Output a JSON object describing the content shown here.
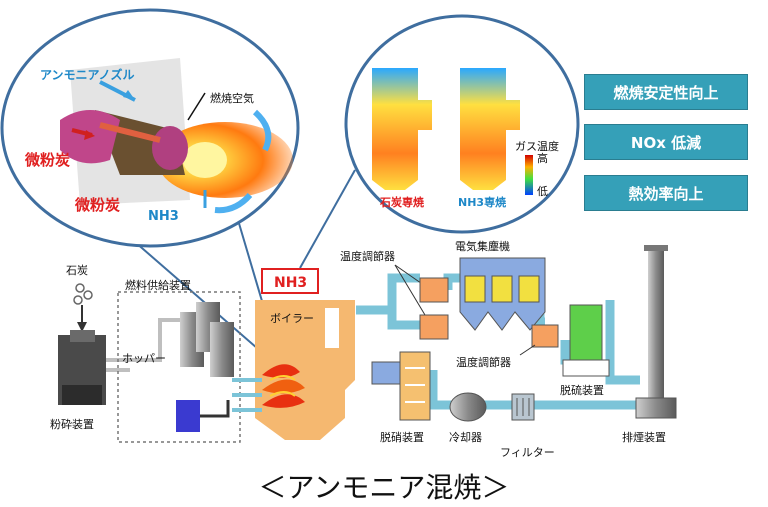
{
  "callout_left": {
    "ammonia_nozzle": "アンモニアノズル",
    "combustion_air": "燃焼空気",
    "pulverized_coal_1": "微粉炭",
    "pulverized_coal_2": "微粉炭",
    "nh3": "NH3"
  },
  "callout_right": {
    "coal_only": "石炭専焼",
    "nh3_only": "NH3専焼",
    "legend_title": "ガス温度",
    "legend_high": "高",
    "legend_low": "低"
  },
  "benefits": [
    {
      "label": "燃焼安定性向上"
    },
    {
      "label": "NOx 低減"
    },
    {
      "label": "熱効率向上"
    }
  ],
  "plant": {
    "coal": "石炭",
    "fuel_supply": "燃料供給装置",
    "hopper": "ホッパー",
    "pulverizer": "粉砕装置",
    "nh3_box": "NH3",
    "boiler": "ボイラー",
    "temp_ctrl_1": "温度調節器",
    "esp": "電気集塵機",
    "temp_ctrl_2": "温度調節器",
    "denox": "脱硝装置",
    "cooler": "冷却器",
    "filter": "フィルター",
    "desulf": "脱硫装置",
    "stack": "排煙装置"
  },
  "title": "＜アンモニア混焼＞",
  "colors": {
    "accent": "#35a0b8",
    "duct": "#7cc4d8",
    "boiler": "#f5b870",
    "red": "#e02020",
    "blue": "#1e88c8"
  }
}
